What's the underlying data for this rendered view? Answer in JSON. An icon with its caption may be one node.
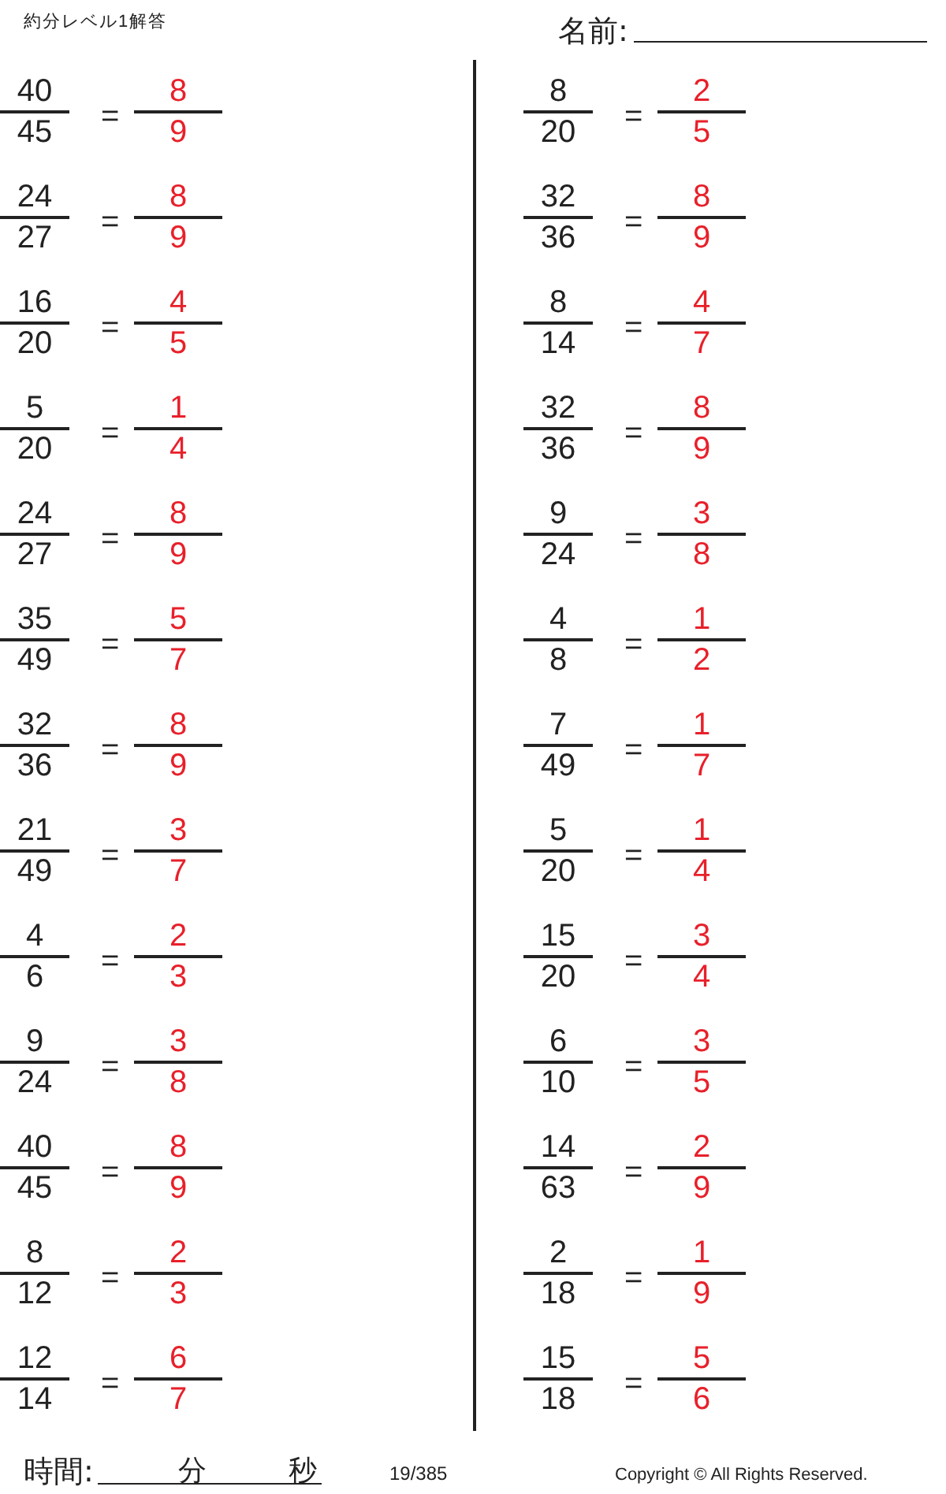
{
  "diagram": {
    "labels": [
      "約分レベル1解答",
      "名前:",
      "40",
      "45",
      "=",
      "8",
      "9",
      "8",
      "20",
      "=",
      "2",
      "5",
      "24",
      "27",
      "=",
      "8",
      "9",
      "32",
      "36",
      "=",
      "8",
      "9",
      "16",
      "20",
      "=",
      "4",
      "5",
      "8",
      "14",
      "=",
      "4",
      "7",
      "5",
      "20",
      "=",
      "1",
      "4",
      "32",
      "36",
      "=",
      "8",
      "9",
      "24",
      "27",
      "=",
      "8",
      "9",
      "9",
      "24",
      "=",
      "3",
      "8",
      "35",
      "49",
      "=",
      "5",
      "7",
      "4",
      "8",
      "=",
      "1",
      "2",
      "32",
      "36",
      "=",
      "8",
      "9",
      "7",
      "49",
      "=",
      "1",
      "7",
      "21",
      "49",
      "=",
      "3",
      "7",
      "5",
      "20",
      "=",
      "1",
      "4",
      "4",
      "6",
      "=",
      "2",
      "3",
      "15",
      "20",
      "=",
      "3",
      "4",
      "9",
      "24",
      "=",
      "3",
      "8",
      "6",
      "10",
      "=",
      "3",
      "5",
      "40",
      "45",
      "=",
      "8",
      "9",
      "14",
      "63",
      "=",
      "2",
      "9",
      "8",
      "12",
      "=",
      "2",
      "3",
      "2",
      "18",
      "=",
      "1",
      "9",
      "12",
      "14",
      "=",
      "6",
      "7",
      "15",
      "18",
      "=",
      "5",
      "6",
      "時間:",
      "分",
      "秒",
      "19/385",
      "Copyright © All Rights Reserved."
    ]
  }
}
